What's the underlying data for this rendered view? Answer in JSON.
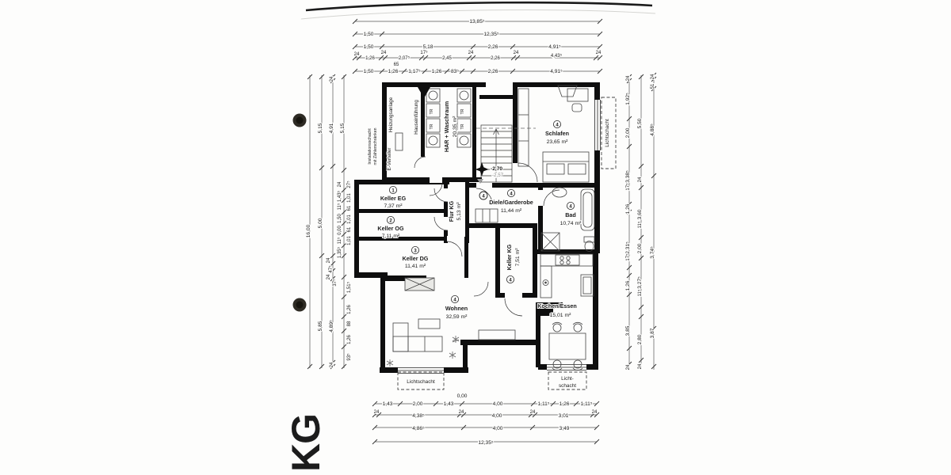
{
  "page": {
    "floor_label": "KG"
  },
  "rooms": {
    "keller_eg": {
      "num": "1",
      "name": "Keller EG",
      "area": "7,37 m²"
    },
    "keller_og": {
      "num": "2",
      "name": "Keller OG",
      "area": "7,11 m²"
    },
    "keller_dg": {
      "num": "3",
      "name": "Keller DG",
      "area": "11,41 m²"
    },
    "flur_kg": {
      "name": "Flur KG",
      "area": "5,13 m²"
    },
    "har": {
      "name": "HAR + Waschraum",
      "area": "20,35 m²"
    },
    "schlafen": {
      "num": "4",
      "name": "Schlafen",
      "area": "23,65 m²"
    },
    "diele": {
      "num": "4",
      "name": "Diele/Garderobe",
      "area": "11,44 m²"
    },
    "bad": {
      "num": "4",
      "name": "Bad",
      "area": "10,74 m²"
    },
    "keller_kg": {
      "num": "4",
      "name": "Keller KG",
      "area": "7,51 m²"
    },
    "wohnen": {
      "num": "4",
      "name": "Wohnen",
      "area": "32,59 m²"
    },
    "kochen": {
      "name": "Kochen/Essen",
      "area": "15,01 m²"
    }
  },
  "labels": {
    "entrance_unit": "4",
    "heizungsanlage": "Heizungsanlage",
    "e_verteiler": "E-Verteiler",
    "hauseinfuehrung": "Hauseinführung",
    "installationsschacht_l1": "Installationsschacht",
    "installationsschacht_l2": "mit Zählerschränken",
    "tr": "TR",
    "lichtschacht": "Lichtschacht",
    "licht_hyphen": "Licht-",
    "schacht": "schacht"
  },
  "level_marker": {
    "upper": "-2,70",
    "lower": "-2,57"
  },
  "dims": {
    "top": [
      [
        "13,85⁵"
      ],
      [
        "1,50",
        "12,35⁵"
      ],
      [
        "1,50",
        "5,18",
        "2,26",
        "4,91⁵"
      ],
      [
        "24",
        "1,26",
        "24",
        "2,07⁵",
        "17⁵",
        "2,45",
        "24",
        "2,26",
        "24",
        "4,43⁵",
        "24",
        "65"
      ],
      [
        "1,50",
        "1,26",
        "1,17⁵",
        "1,26",
        "83⁵",
        "2,26",
        "4,91⁵"
      ]
    ],
    "bottom": [
      [
        "1,43",
        "2,00",
        "1,43",
        "0,00",
        "4,00",
        "1,11⁵",
        "1,26",
        "1,11⁵"
      ],
      [
        "24",
        "4,38⁵",
        "24",
        "4,00",
        "24",
        "3,01",
        "24"
      ],
      [
        "4,86⁵",
        "4,00",
        "3,49"
      ],
      [
        "12,35⁵"
      ]
    ],
    "left": [
      [
        "16,00"
      ],
      [
        "5,15",
        "5,00",
        "5,85"
      ],
      [
        "24",
        "4,91",
        "24",
        "47⁵",
        "24",
        "37⁵",
        "4,89⁵",
        "24"
      ],
      [
        "5,15",
        "24",
        "1,43⁵",
        "11⁵",
        "1,50",
        "0,00",
        "11⁵",
        "1,35⁵",
        "27⁵",
        "1,01",
        "61",
        "1,01",
        "61",
        "1,01",
        "1,51⁵",
        "1,26",
        "88",
        "1,26",
        "93⁵"
      ]
    ],
    "right": [
      [
        "24",
        "1,92⁵",
        "2,00",
        "3,38⁵",
        "17⁵",
        "1,26",
        "2,31⁵",
        "17⁵",
        "1,26",
        "3,85",
        "24"
      ],
      [
        "5,50",
        "24",
        "3,60",
        "11⁵",
        "2,00",
        "3,27⁵",
        "11⁵",
        "2,80",
        "24"
      ],
      [
        "24",
        "51",
        "4,88⁵",
        "3,74⁵",
        "3,87"
      ]
    ]
  }
}
